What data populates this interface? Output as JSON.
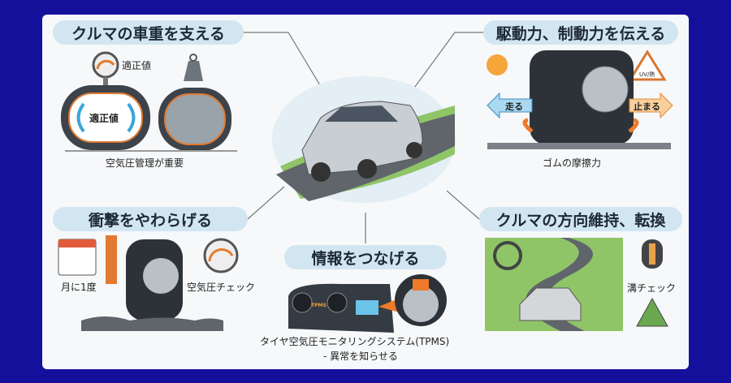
{
  "sections": {
    "weight": {
      "title": "クルマの車重を支える",
      "gauge_label": "適正値",
      "tire_label": "適正値",
      "caption": "空気圧管理が重要"
    },
    "drive": {
      "title": "駆動力、制動力を伝える",
      "go_label": "走る",
      "stop_label": "止まる",
      "warning_label": "UV/熱",
      "caption": "ゴムの摩擦力"
    },
    "shock": {
      "title": "衝撃をやわらげる",
      "calendar_label": "月に1度",
      "gauge_label": "空気圧チェック"
    },
    "info": {
      "title": "情報をつなげる",
      "dash_label": "TPMS",
      "caption_line1": "タイヤ空気圧モニタリングシステム(TPMS)",
      "caption_line2": "- 異常を知らせる"
    },
    "steer": {
      "title": "クルマの方向維持、転換",
      "groove_label": "溝チェック"
    }
  },
  "colors": {
    "frame": "#15109c",
    "pill": "#d2e6f1",
    "accent_orange": "#ee7a2a",
    "accent_blue": "#3aa6d6"
  }
}
